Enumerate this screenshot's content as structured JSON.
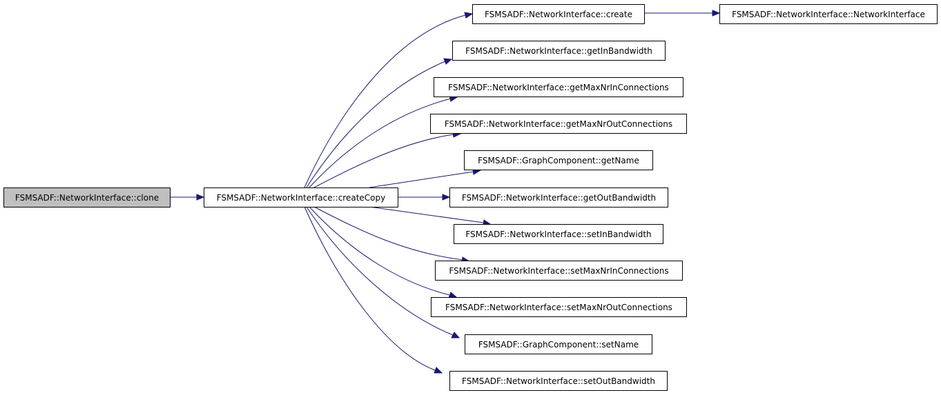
{
  "graph": {
    "nodes": {
      "clone": "FSMSADF::NetworkInterface::clone",
      "createCopy": "FSMSADF::NetworkInterface::createCopy",
      "create": "FSMSADF::NetworkInterface::create",
      "ctor": "FSMSADF::NetworkInterface::NetworkInterface",
      "getInBandwidth": "FSMSADF::NetworkInterface::getInBandwidth",
      "getMaxNrInConnections": "FSMSADF::NetworkInterface::getMaxNrInConnections",
      "getMaxNrOutConnections": "FSMSADF::NetworkInterface::getMaxNrOutConnections",
      "getName": "FSMSADF::GraphComponent::getName",
      "getOutBandwidth": "FSMSADF::NetworkInterface::getOutBandwidth",
      "setInBandwidth": "FSMSADF::NetworkInterface::setInBandwidth",
      "setMaxNrInConnections": "FSMSADF::NetworkInterface::setMaxNrInConnections",
      "setMaxNrOutConnections": "FSMSADF::NetworkInterface::setMaxNrOutConnections",
      "setName": "FSMSADF::GraphComponent::setName",
      "setOutBandwidth": "FSMSADF::NetworkInterface::setOutBandwidth"
    },
    "colors": {
      "edge": "#191970",
      "root_fill": "#bfbfbf",
      "node_fill": "#ffffff",
      "node_border": "#000000"
    }
  }
}
